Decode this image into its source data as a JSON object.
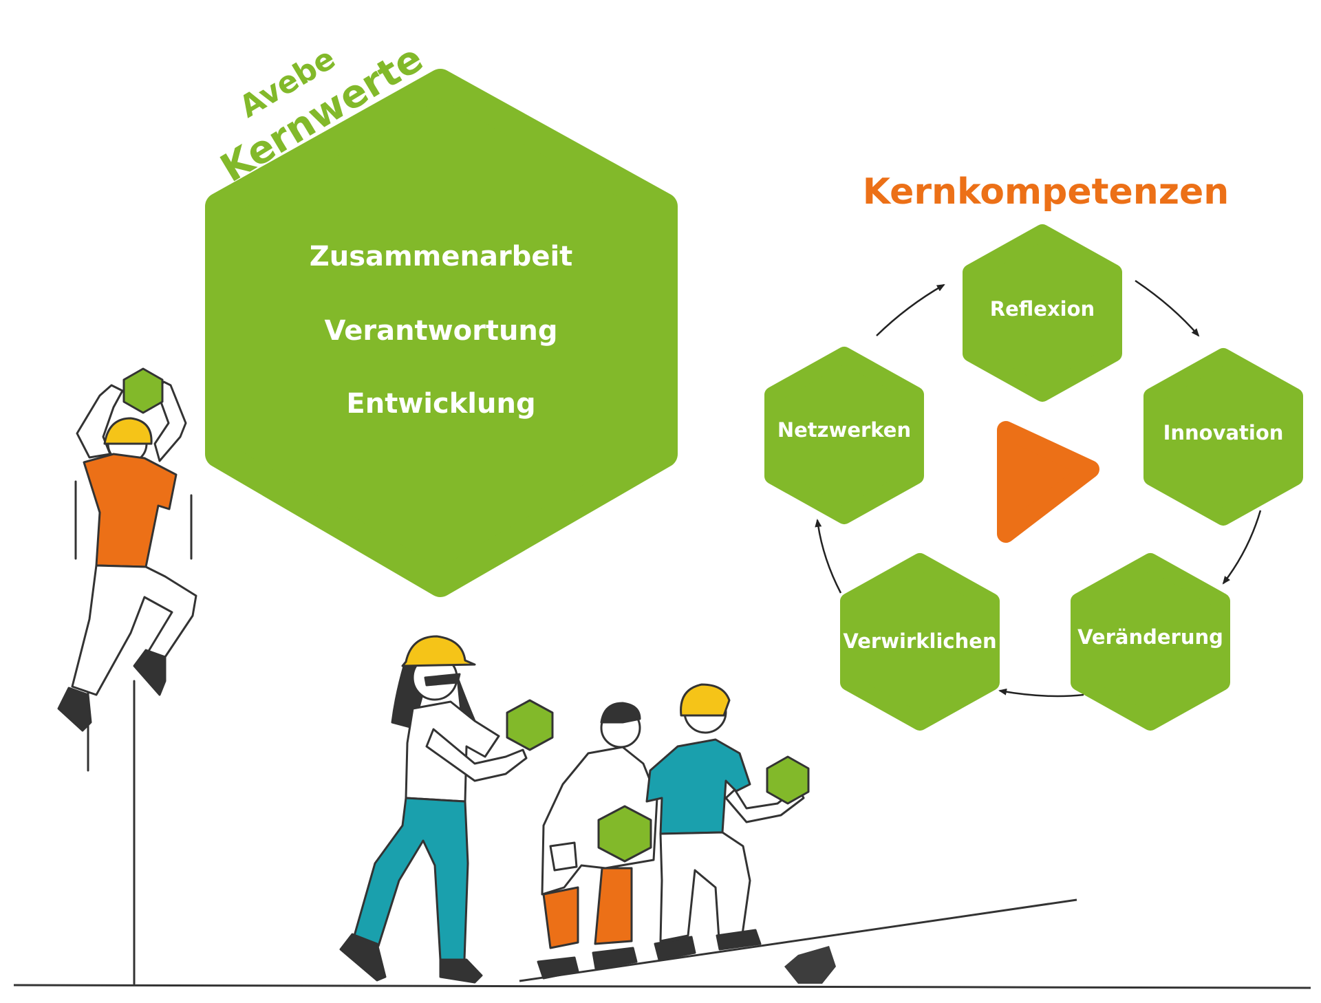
{
  "kernwerte": {
    "title_line1": "Avebe",
    "title_line2": "Kernwerte",
    "values": [
      "Zusammenarbeit",
      "Verantwortung",
      "Entwicklung"
    ]
  },
  "kernkompetenzen": {
    "title": "Kernkompetenzen",
    "items": [
      "Reflexion",
      "Innovation",
      "Veränderung",
      "Verwirklichen",
      "Netzwerken"
    ]
  },
  "colors": {
    "green": "#82b92a",
    "orange": "#ec7017",
    "teal": "#1aa0ad",
    "yellow": "#f5c418",
    "outline": "#333333"
  }
}
